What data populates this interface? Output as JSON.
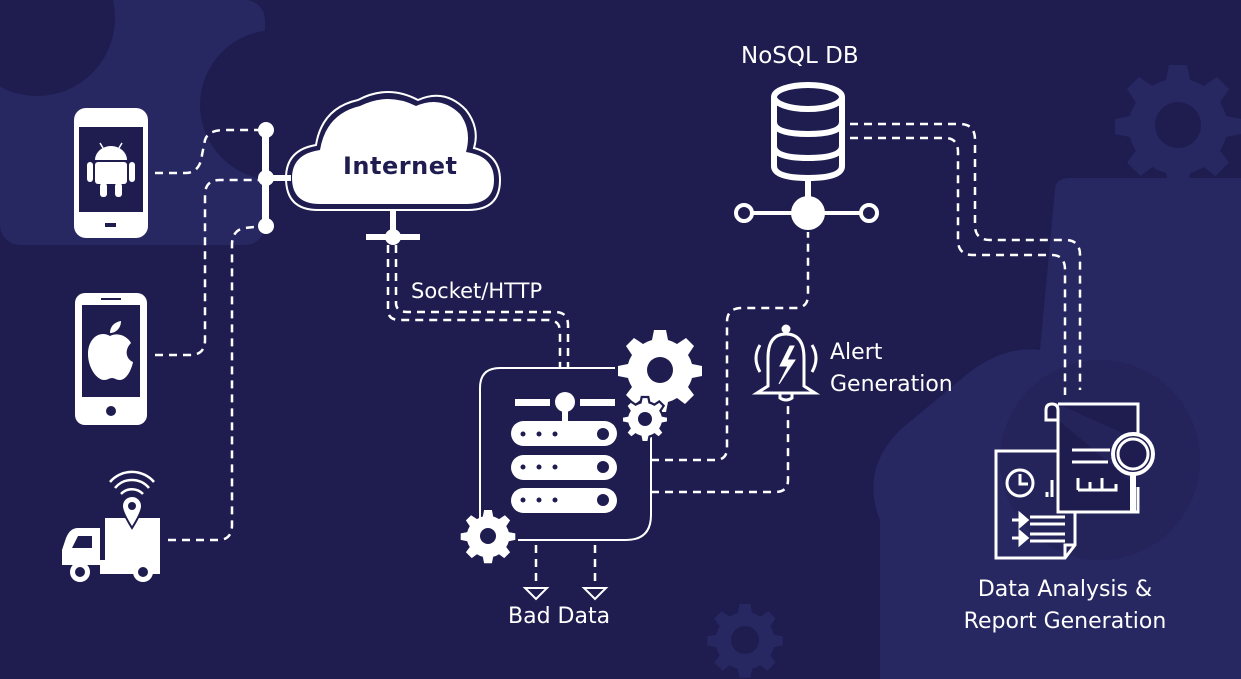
{
  "diagram": {
    "title": "IoT data pipeline",
    "colors": {
      "background": "#1f1d4f",
      "background_shape": "#272762",
      "foreground": "#ffffff"
    },
    "nodes": {
      "android_device": {
        "label": "Android phone",
        "icon": "android-phone-icon"
      },
      "ios_device": {
        "label": "iPhone",
        "icon": "apple-phone-icon"
      },
      "vehicle_tracker": {
        "label": "GPS truck",
        "icon": "truck-location-icon"
      },
      "internet": {
        "label": "Internet",
        "icon": "cloud-icon"
      },
      "nosql_db": {
        "label": "NoSQL DB",
        "icon": "database-icon"
      },
      "processing_server": {
        "label": "Server",
        "icon": "server-icon"
      },
      "alert": {
        "label_line1": "Alert",
        "label_line2": "Generation",
        "icon": "alarm-bell-icon"
      },
      "bad_data": {
        "label": "Bad Data",
        "icon": "down-arrow-icon"
      },
      "report": {
        "label_line1": "Data Analysis &",
        "label_line2": "Report Generation",
        "icon": "report-documents-icon"
      }
    },
    "edges": {
      "socket_label": "Socket/HTTP"
    }
  }
}
